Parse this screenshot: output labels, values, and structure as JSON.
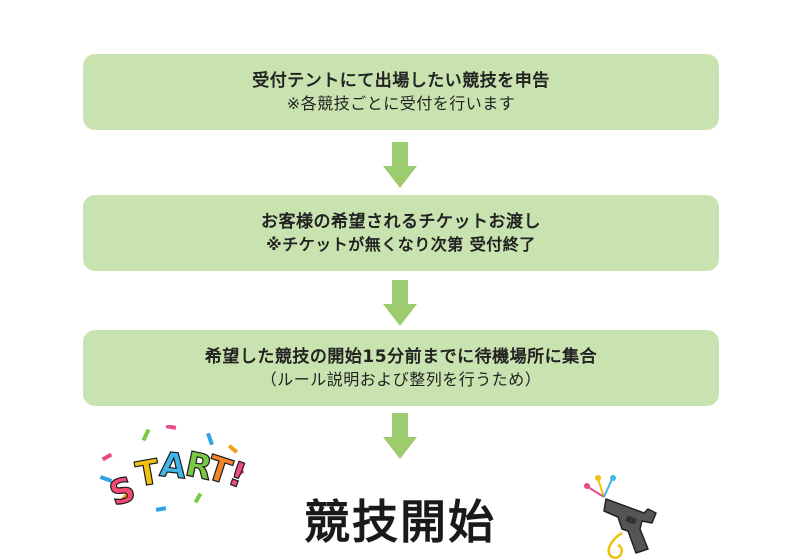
{
  "steps": [
    {
      "main": "受付テントにて出場したい競技を申告",
      "sub": "※各競技ごとに受付を行います"
    },
    {
      "main": "お客様の希望されるチケットお渡し",
      "sub": "※チケットが無くなり次第 受付終了"
    },
    {
      "main": "希望した競技の開始15分前までに待機場所に集合",
      "sub": "（ルール説明および整列を行うため）"
    }
  ],
  "final_title": "競技開始",
  "start_logo_text": "START!",
  "colors": {
    "box_fill": "#c9e3b0",
    "arrow_fill": "#9ccc6e"
  }
}
